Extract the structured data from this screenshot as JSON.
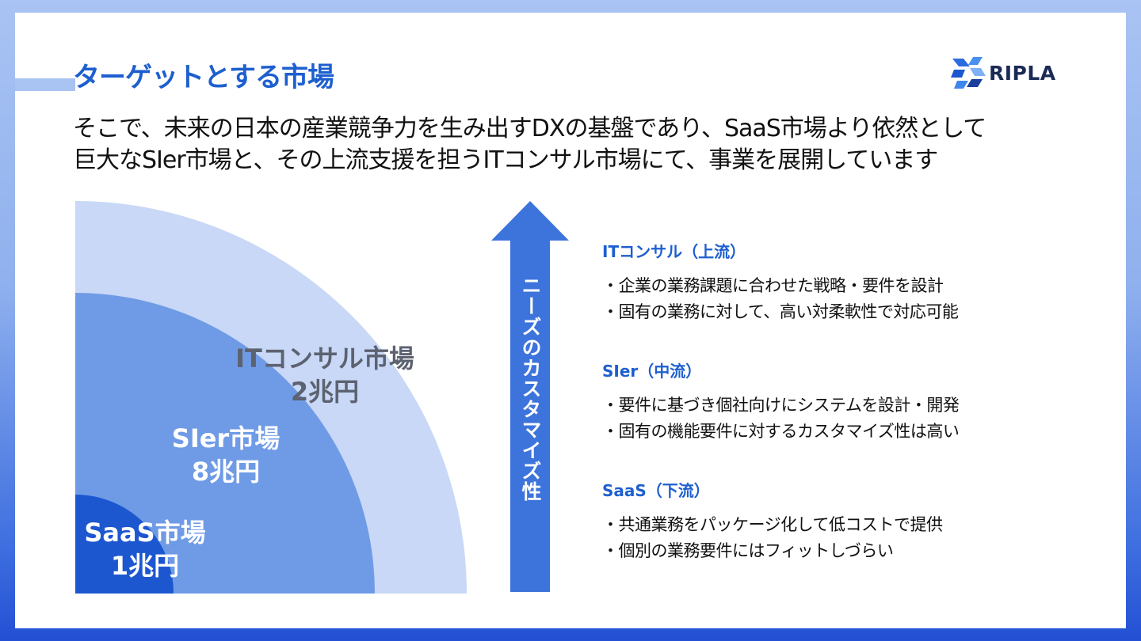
{
  "title": "ターゲットとする市場",
  "logo": {
    "text": "RIPLA",
    "icon": "ripla-logo-icon"
  },
  "lead": {
    "line1": "そこで、未来の日本の産業競争力を生み出すDXの基盤であり、SaaS市場より依然として",
    "line2": "巨大なSIer市場と、その上流支援を担うITコンサル市場にて、事業を展開しています"
  },
  "markets": {
    "it": {
      "name": "ITコンサル市場",
      "size": "2兆円"
    },
    "sier": {
      "name": "SIer市場",
      "size": "8兆円"
    },
    "saas": {
      "name": "SaaS市場",
      "size": "1兆円"
    }
  },
  "arrow_label": "ニーズのカスタマイズ性",
  "sections": [
    {
      "title": "ITコンサル（上流）",
      "bullets": [
        "・企業の業務課題に合わせた戦略・要件を設計",
        "・固有の業務に対して、高い対柔軟性で対応可能"
      ]
    },
    {
      "title": "SIer（中流）",
      "bullets": [
        "・要件に基づき個社向けにシステムを設計・開発",
        "・固有の機能要件に対するカスタマイズ性は高い"
      ]
    },
    {
      "title": "SaaS（下流）",
      "bullets": [
        "・共通業務をパッケージ化して低コストで提供",
        "・個別の業務要件にはフィットしづらい"
      ]
    }
  ],
  "colors": {
    "accent": "#1d5fcf",
    "outer_ring": "#c8d8f6",
    "middle_ring": "#6f9be6",
    "inner_ring": "#1d57cf",
    "arrow": "#3d74dc"
  }
}
